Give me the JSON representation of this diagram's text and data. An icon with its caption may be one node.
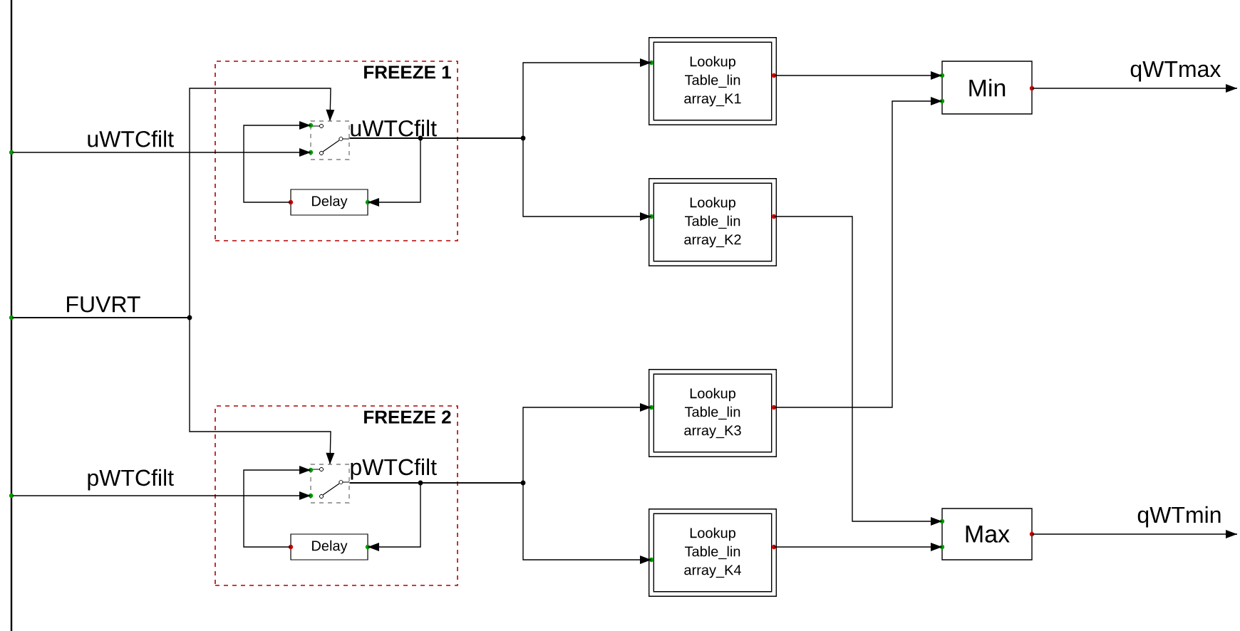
{
  "diagram": {
    "nodes": [
      {
        "text": [
          "FREEZE 1"
        ]
      },
      {
        "text": [],
        "shape": "switch",
        "in": 0,
        "beside": [
          "uWTCfilt"
        ]
      },
      {
        "text": [
          "Delay"
        ],
        "in": 0
      },
      {
        "text": [
          "FREEZE 2"
        ]
      },
      {
        "text": [],
        "shape": "switch",
        "in": 3,
        "beside": [
          "pWTCfilt"
        ]
      },
      {
        "text": [
          "Delay"
        ],
        "in": 3
      },
      {
        "text": [
          "Lookup Table_lin array_K1"
        ]
      },
      {
        "text": [
          "Lookup Table_lin array_K2"
        ]
      },
      {
        "text": [
          "Lookup Table_lin array_K3"
        ]
      },
      {
        "text": [
          "Lookup Table_lin array_K4"
        ]
      },
      {
        "text": [
          "Min"
        ]
      },
      {
        "text": [
          "Max"
        ]
      },
      {
        "text": [],
        "shape": "bar"
      }
    ],
    "edges": [
      {
        "from": 12,
        "to": 1,
        "arrow": "to",
        "label": "uWTCfilt"
      },
      {
        "from": 12,
        "to": 1,
        "arrow": "to",
        "label": "FUVRT"
      },
      {
        "from": 12,
        "to": 4,
        "arrow": "to"
      },
      {
        "from": 1,
        "to": 2,
        "arrow": "to"
      },
      {
        "from": 2,
        "to": 1,
        "arrow": "to"
      },
      {
        "from": 1,
        "to": 6,
        "arrow": "to"
      },
      {
        "from": 1,
        "to": 7,
        "arrow": "to"
      },
      {
        "from": 12,
        "to": 4,
        "arrow": "to",
        "label": "pWTCfilt"
      },
      {
        "from": 4,
        "to": 5,
        "arrow": "to"
      },
      {
        "from": 5,
        "to": 4,
        "arrow": "to"
      },
      {
        "from": 4,
        "to": 8,
        "arrow": "to"
      },
      {
        "from": 4,
        "to": 9,
        "arrow": "to"
      },
      {
        "from": 6,
        "to": 10,
        "arrow": "to"
      },
      {
        "from": 8,
        "to": 10,
        "arrow": "to"
      },
      {
        "from": 7,
        "to": 11,
        "arrow": "to"
      },
      {
        "from": 9,
        "to": 11,
        "arrow": "to"
      },
      {
        "from": 10,
        "to": null,
        "arrow": "to",
        "label": "qWTmax"
      },
      {
        "from": 11,
        "to": null,
        "arrow": "to",
        "label": "qWTmin"
      }
    ]
  }
}
